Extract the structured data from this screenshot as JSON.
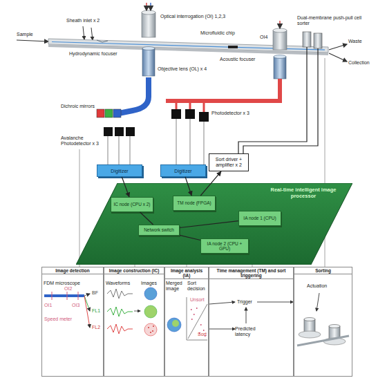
{
  "diagram": {
    "nodes": [
      {
        "text": [
          "Digitizer"
        ]
      },
      {
        "text": [
          "Digitizer"
        ]
      },
      {
        "text": [
          "Sort driver + amplifier x 2"
        ]
      },
      {
        "text": [
          "Real-time intelligent image processor"
        ]
      },
      {
        "text": [
          "IC node (CPU x 2)"
        ],
        "in": 3
      },
      {
        "text": [
          "TM node (FPGA)"
        ],
        "in": 3
      },
      {
        "text": [
          "IA node 1 (CPU)"
        ],
        "in": 3
      },
      {
        "text": [
          "Network switch"
        ],
        "in": 3
      },
      {
        "text": [
          "IA node 2 (CPU + GPU)"
        ],
        "in": 3
      },
      {
        "text": [
          "Image detection"
        ]
      },
      {
        "text": [
          "Image construction (IC)"
        ]
      },
      {
        "text": [
          "Image analysis (IA)"
        ]
      },
      {
        "text": [
          "Time management (TM) and sort triggering"
        ]
      },
      {
        "text": [
          "Sorting"
        ]
      }
    ],
    "edges": [
      {
        "from": 0,
        "to": 4,
        "arrow": "to"
      },
      {
        "from": 1,
        "to": 5,
        "arrow": "to"
      },
      {
        "from": 5,
        "to": 2,
        "arrow": "to"
      },
      {
        "from": 4,
        "to": 7,
        "arrow": "none"
      },
      {
        "from": 7,
        "to": 6,
        "arrow": "none"
      },
      {
        "from": 7,
        "to": 8,
        "arrow": "none"
      }
    ],
    "labels": [
      "Sample",
      "Sheath inlet x 2",
      "Optical interrogation (OI) 1,2,3",
      "Microfluidic chip",
      "Hydrodynamic focuser",
      "Dual-membrane push-pull cell sorter",
      "Waste",
      "Collection",
      "OI4",
      "Objective lens (OL) x 4",
      "Acoustic focuser",
      "Photodetector x 3",
      "Dichroic mirrors",
      "Avalanche Photodetector x 3",
      "FDM microscope",
      "OI2",
      "OI1",
      "OI3",
      "Speed meter",
      "BF",
      "FL1",
      "FL2",
      "Waveforms",
      "Images",
      "Merged image",
      "Sort decision",
      "Unsort",
      "Sort",
      "Trigger",
      "Predicted latency",
      "Actuation"
    ]
  }
}
